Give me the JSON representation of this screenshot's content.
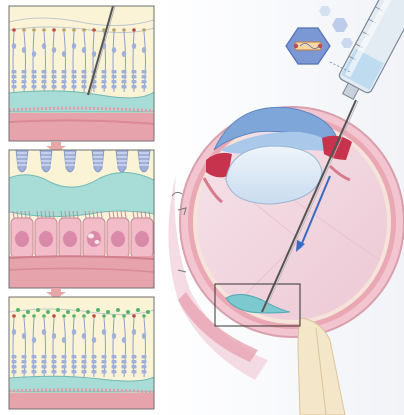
{
  "colors": {
    "panel_border": "#6f6f6f",
    "retina_bg": "#fbf3d6",
    "photoreceptor": "#9fb0da",
    "rpe_teal": "#a7dcd7",
    "choroid_pink": "#e7a3ab",
    "rpe_cell_pink": "#f2bcc8",
    "nucleus": "#d98aa8",
    "flow_arrow": "#e8a7a7",
    "needle": "#555555",
    "syringe_glass": "#dfe7ee",
    "vector_hex": "#7b98d4",
    "eye_lens": "#cfe0ef",
    "vitreous": "#f3dbe3",
    "cornea_blue": "#7fa6d8",
    "injection_arrow": "#3a6ac1",
    "green_dot": "#55b36a",
    "red_dot": "#c04a3f"
  },
  "panels": [
    {
      "name": "retina-before-injection"
    },
    {
      "name": "subretinal-bleb-close-up"
    },
    {
      "name": "retina-after-treatment"
    }
  ],
  "icons": [
    "down-arrow-icon",
    "syringe-icon",
    "vector-particle-icon",
    "eye-cross-section-icon"
  ]
}
